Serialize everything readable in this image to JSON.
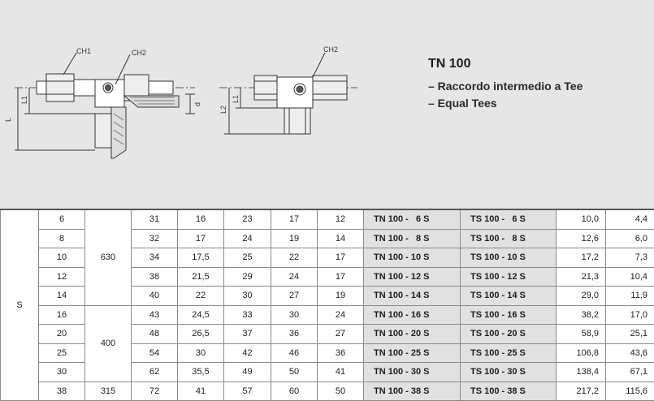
{
  "header": {
    "title": "TN 100",
    "subtitle_lines": [
      "– Raccordo intermedio a Tee",
      "– Equal Tees"
    ],
    "drawing_labels": {
      "ch1": "CH1",
      "ch2_left": "CH2",
      "ch2_right": "CH2",
      "l": "L",
      "l1_left": "L1",
      "l1_right": "L1",
      "l2": "L2",
      "d": "d"
    }
  },
  "table": {
    "series_label": "S",
    "pressure_groups": [
      "630",
      "400",
      "315"
    ],
    "rows": [
      {
        "d": "6",
        "l": "31",
        "l1": "16",
        "l2": "23",
        "ch1": "17",
        "ch2": "12",
        "code_tn": "TN 100 -   6 S",
        "code_ts": "TS 100 -   6 S",
        "w1": "10,0",
        "w2": "4,4"
      },
      {
        "d": "8",
        "l": "32",
        "l1": "17",
        "l2": "24",
        "ch1": "19",
        "ch2": "14",
        "code_tn": "TN 100 -   8 S",
        "code_ts": "TS 100 -   8 S",
        "w1": "12,6",
        "w2": "6,0"
      },
      {
        "d": "10",
        "l": "34",
        "l1": "17,5",
        "l2": "25",
        "ch1": "22",
        "ch2": "17",
        "code_tn": "TN 100 - 10 S",
        "code_ts": "TS 100 - 10 S",
        "w1": "17,2",
        "w2": "7,3"
      },
      {
        "d": "12",
        "l": "38",
        "l1": "21,5",
        "l2": "29",
        "ch1": "24",
        "ch2": "17",
        "code_tn": "TN 100 - 12 S",
        "code_ts": "TS 100 - 12 S",
        "w1": "21,3",
        "w2": "10,4"
      },
      {
        "d": "14",
        "l": "40",
        "l1": "22",
        "l2": "30",
        "ch1": "27",
        "ch2": "19",
        "code_tn": "TN 100 - 14 S",
        "code_ts": "TS 100 - 14 S",
        "w1": "29,0",
        "w2": "11,9"
      },
      {
        "d": "16",
        "l": "43",
        "l1": "24,5",
        "l2": "33",
        "ch1": "30",
        "ch2": "24",
        "code_tn": "TN 100 - 16 S",
        "code_ts": "TS 100 - 16 S",
        "w1": "38,2",
        "w2": "17,0"
      },
      {
        "d": "20",
        "l": "48",
        "l1": "26,5",
        "l2": "37",
        "ch1": "36",
        "ch2": "27",
        "code_tn": "TN 100 - 20 S",
        "code_ts": "TS 100 - 20 S",
        "w1": "58,9",
        "w2": "25,1"
      },
      {
        "d": "25",
        "l": "54",
        "l1": "30",
        "l2": "42",
        "ch1": "46",
        "ch2": "36",
        "code_tn": "TN 100 - 25 S",
        "code_ts": "TS 100 - 25 S",
        "w1": "106,8",
        "w2": "43,6"
      },
      {
        "d": "30",
        "l": "62",
        "l1": "35,5",
        "l2": "49",
        "ch1": "50",
        "ch2": "41",
        "code_tn": "TN 100 - 30 S",
        "code_ts": "TS 100 - 30 S",
        "w1": "138,4",
        "w2": "67,1"
      },
      {
        "d": "38",
        "l": "72",
        "l1": "41",
        "l2": "57",
        "ch1": "60",
        "ch2": "50",
        "code_tn": "TN 100 - 38 S",
        "code_ts": "TS 100 - 38 S",
        "w1": "217,2",
        "w2": "115,6"
      }
    ]
  }
}
